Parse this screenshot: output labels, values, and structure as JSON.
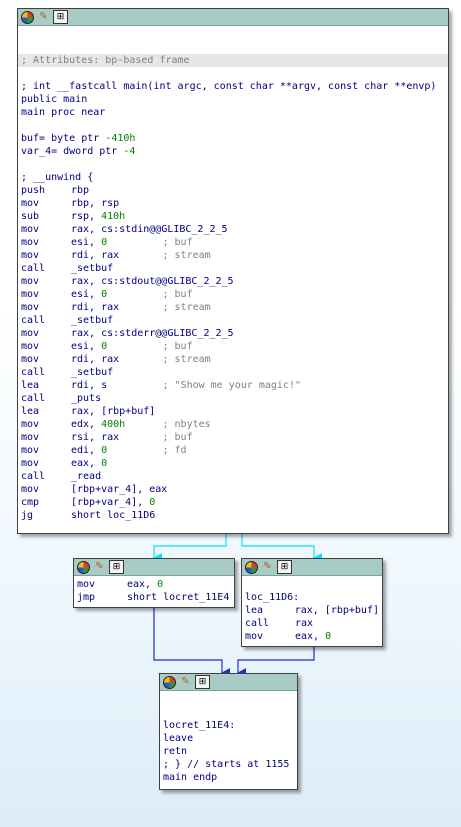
{
  "node_main": {
    "lines": [
      {
        "kind": "blank"
      },
      {
        "kind": "blank"
      },
      {
        "kind": "comment",
        "text": "; Attributes: bp-based frame"
      },
      {
        "kind": "blank"
      },
      {
        "kind": "text",
        "text": "; int __fastcall main(int argc, const char **argv, const char **envp)"
      },
      {
        "kind": "text",
        "text": "public main"
      },
      {
        "kind": "text",
        "text": "main proc near"
      },
      {
        "kind": "blank"
      },
      {
        "kind": "vardef",
        "name": "buf= byte ptr ",
        "value": "-410h"
      },
      {
        "kind": "vardef",
        "name": "var_4= dword ptr ",
        "value": "-4"
      },
      {
        "kind": "blank"
      },
      {
        "kind": "text",
        "text": "; __unwind {"
      },
      {
        "kind": "ins",
        "mnem": "push",
        "ops": "rbp"
      },
      {
        "kind": "ins",
        "mnem": "mov",
        "ops": "rbp, rsp"
      },
      {
        "kind": "ins",
        "mnem": "sub",
        "ops": "rsp, ",
        "num": "410h"
      },
      {
        "kind": "ins",
        "mnem": "mov",
        "ops": "rax, cs:stdin@@GLIBC_2_2_5"
      },
      {
        "kind": "ins",
        "mnem": "mov",
        "ops": "esi, ",
        "num": "0",
        "comment": "; buf"
      },
      {
        "kind": "ins",
        "mnem": "mov",
        "ops": "rdi, rax",
        "comment": "; stream"
      },
      {
        "kind": "ins",
        "mnem": "call",
        "ops": "_setbuf"
      },
      {
        "kind": "ins",
        "mnem": "mov",
        "ops": "rax, cs:stdout@@GLIBC_2_2_5"
      },
      {
        "kind": "ins",
        "mnem": "mov",
        "ops": "esi, ",
        "num": "0",
        "comment": "; buf"
      },
      {
        "kind": "ins",
        "mnem": "mov",
        "ops": "rdi, rax",
        "comment": "; stream"
      },
      {
        "kind": "ins",
        "mnem": "call",
        "ops": "_setbuf"
      },
      {
        "kind": "ins",
        "mnem": "mov",
        "ops": "rax, cs:stderr@@GLIBC_2_2_5"
      },
      {
        "kind": "ins",
        "mnem": "mov",
        "ops": "esi, ",
        "num": "0",
        "comment": "; buf"
      },
      {
        "kind": "ins",
        "mnem": "mov",
        "ops": "rdi, rax",
        "comment": "; stream"
      },
      {
        "kind": "ins",
        "mnem": "call",
        "ops": "_setbuf"
      },
      {
        "kind": "ins",
        "mnem": "lea",
        "ops": "rdi, s",
        "comment": "; \"Show me your magic!\""
      },
      {
        "kind": "ins",
        "mnem": "call",
        "ops": "_puts"
      },
      {
        "kind": "ins",
        "mnem": "lea",
        "ops": "rax, [rbp+buf]"
      },
      {
        "kind": "ins",
        "mnem": "mov",
        "ops": "edx, ",
        "num": "400h",
        "comment": "; nbytes"
      },
      {
        "kind": "ins",
        "mnem": "mov",
        "ops": "rsi, rax",
        "comment": "; buf"
      },
      {
        "kind": "ins",
        "mnem": "mov",
        "ops": "edi, ",
        "num": "0",
        "comment": "; fd"
      },
      {
        "kind": "ins",
        "mnem": "mov",
        "ops": "eax, ",
        "num": "0"
      },
      {
        "kind": "ins",
        "mnem": "call",
        "ops": "_read"
      },
      {
        "kind": "ins",
        "mnem": "mov",
        "ops": "[rbp+var_4], eax"
      },
      {
        "kind": "ins",
        "mnem": "cmp",
        "ops": "[rbp+var_4], ",
        "num": "0"
      },
      {
        "kind": "ins",
        "mnem": "jg",
        "ops": "short loc_11D6"
      }
    ]
  },
  "node_left": {
    "lines": [
      {
        "kind": "ins",
        "mnem": "mov",
        "ops": "eax, ",
        "num": "0"
      },
      {
        "kind": "ins",
        "mnem": "jmp",
        "ops": "short locret_11E4"
      }
    ]
  },
  "node_right": {
    "lines": [
      {
        "kind": "blank"
      },
      {
        "kind": "text",
        "text": "loc_11D6:"
      },
      {
        "kind": "ins",
        "mnem": "lea",
        "ops": "rax, [rbp+buf]"
      },
      {
        "kind": "ins",
        "mnem": "call",
        "ops": "rax"
      },
      {
        "kind": "ins",
        "mnem": "mov",
        "ops": "eax, ",
        "num": "0"
      }
    ]
  },
  "node_ret": {
    "lines": [
      {
        "kind": "blank"
      },
      {
        "kind": "blank"
      },
      {
        "kind": "text",
        "text": "locret_11E4:"
      },
      {
        "kind": "text",
        "text": "leave"
      },
      {
        "kind": "text",
        "text": "retn"
      },
      {
        "kind": "text",
        "text": "; } // starts at 1155"
      },
      {
        "kind": "text",
        "text": "main endp"
      }
    ]
  },
  "icons": [
    "color-palette-icon",
    "edit-pencil-icon",
    "graph-overview-icon"
  ],
  "colors": {
    "titlebar": "#a8cbc6",
    "edge_conditional": "#00e5ff",
    "edge_unconditional": "#1c2fd6",
    "code_text": "#000080",
    "number_text": "#008000",
    "comment_text": "#808080"
  }
}
